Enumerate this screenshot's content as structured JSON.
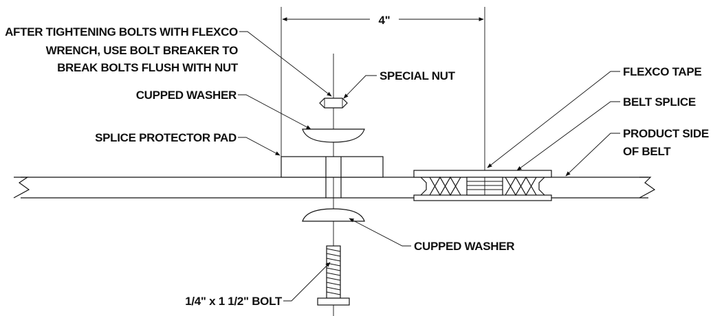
{
  "diagram": {
    "dimension": "4\"",
    "labels": {
      "instruction_1": "AFTER TIGHTENING BOLTS WITH FLEXCO",
      "instruction_2": "WRENCH, USE BOLT BREAKER TO",
      "instruction_3": "BREAK BOLTS FLUSH WITH NUT",
      "special_nut": "SPECIAL NUT",
      "cupped_washer_top": "CUPPED WASHER",
      "splice_protector_pad": "SPLICE PROTECTOR PAD",
      "flexco_tape": "FLEXCO TAPE",
      "belt_splice": "BELT SPLICE",
      "product_side_1": "PRODUCT SIDE",
      "product_side_2": "OF BELT",
      "cupped_washer_bottom": "CUPPED WASHER",
      "bolt": "1/4\" x 1 1/2\" BOLT"
    }
  }
}
